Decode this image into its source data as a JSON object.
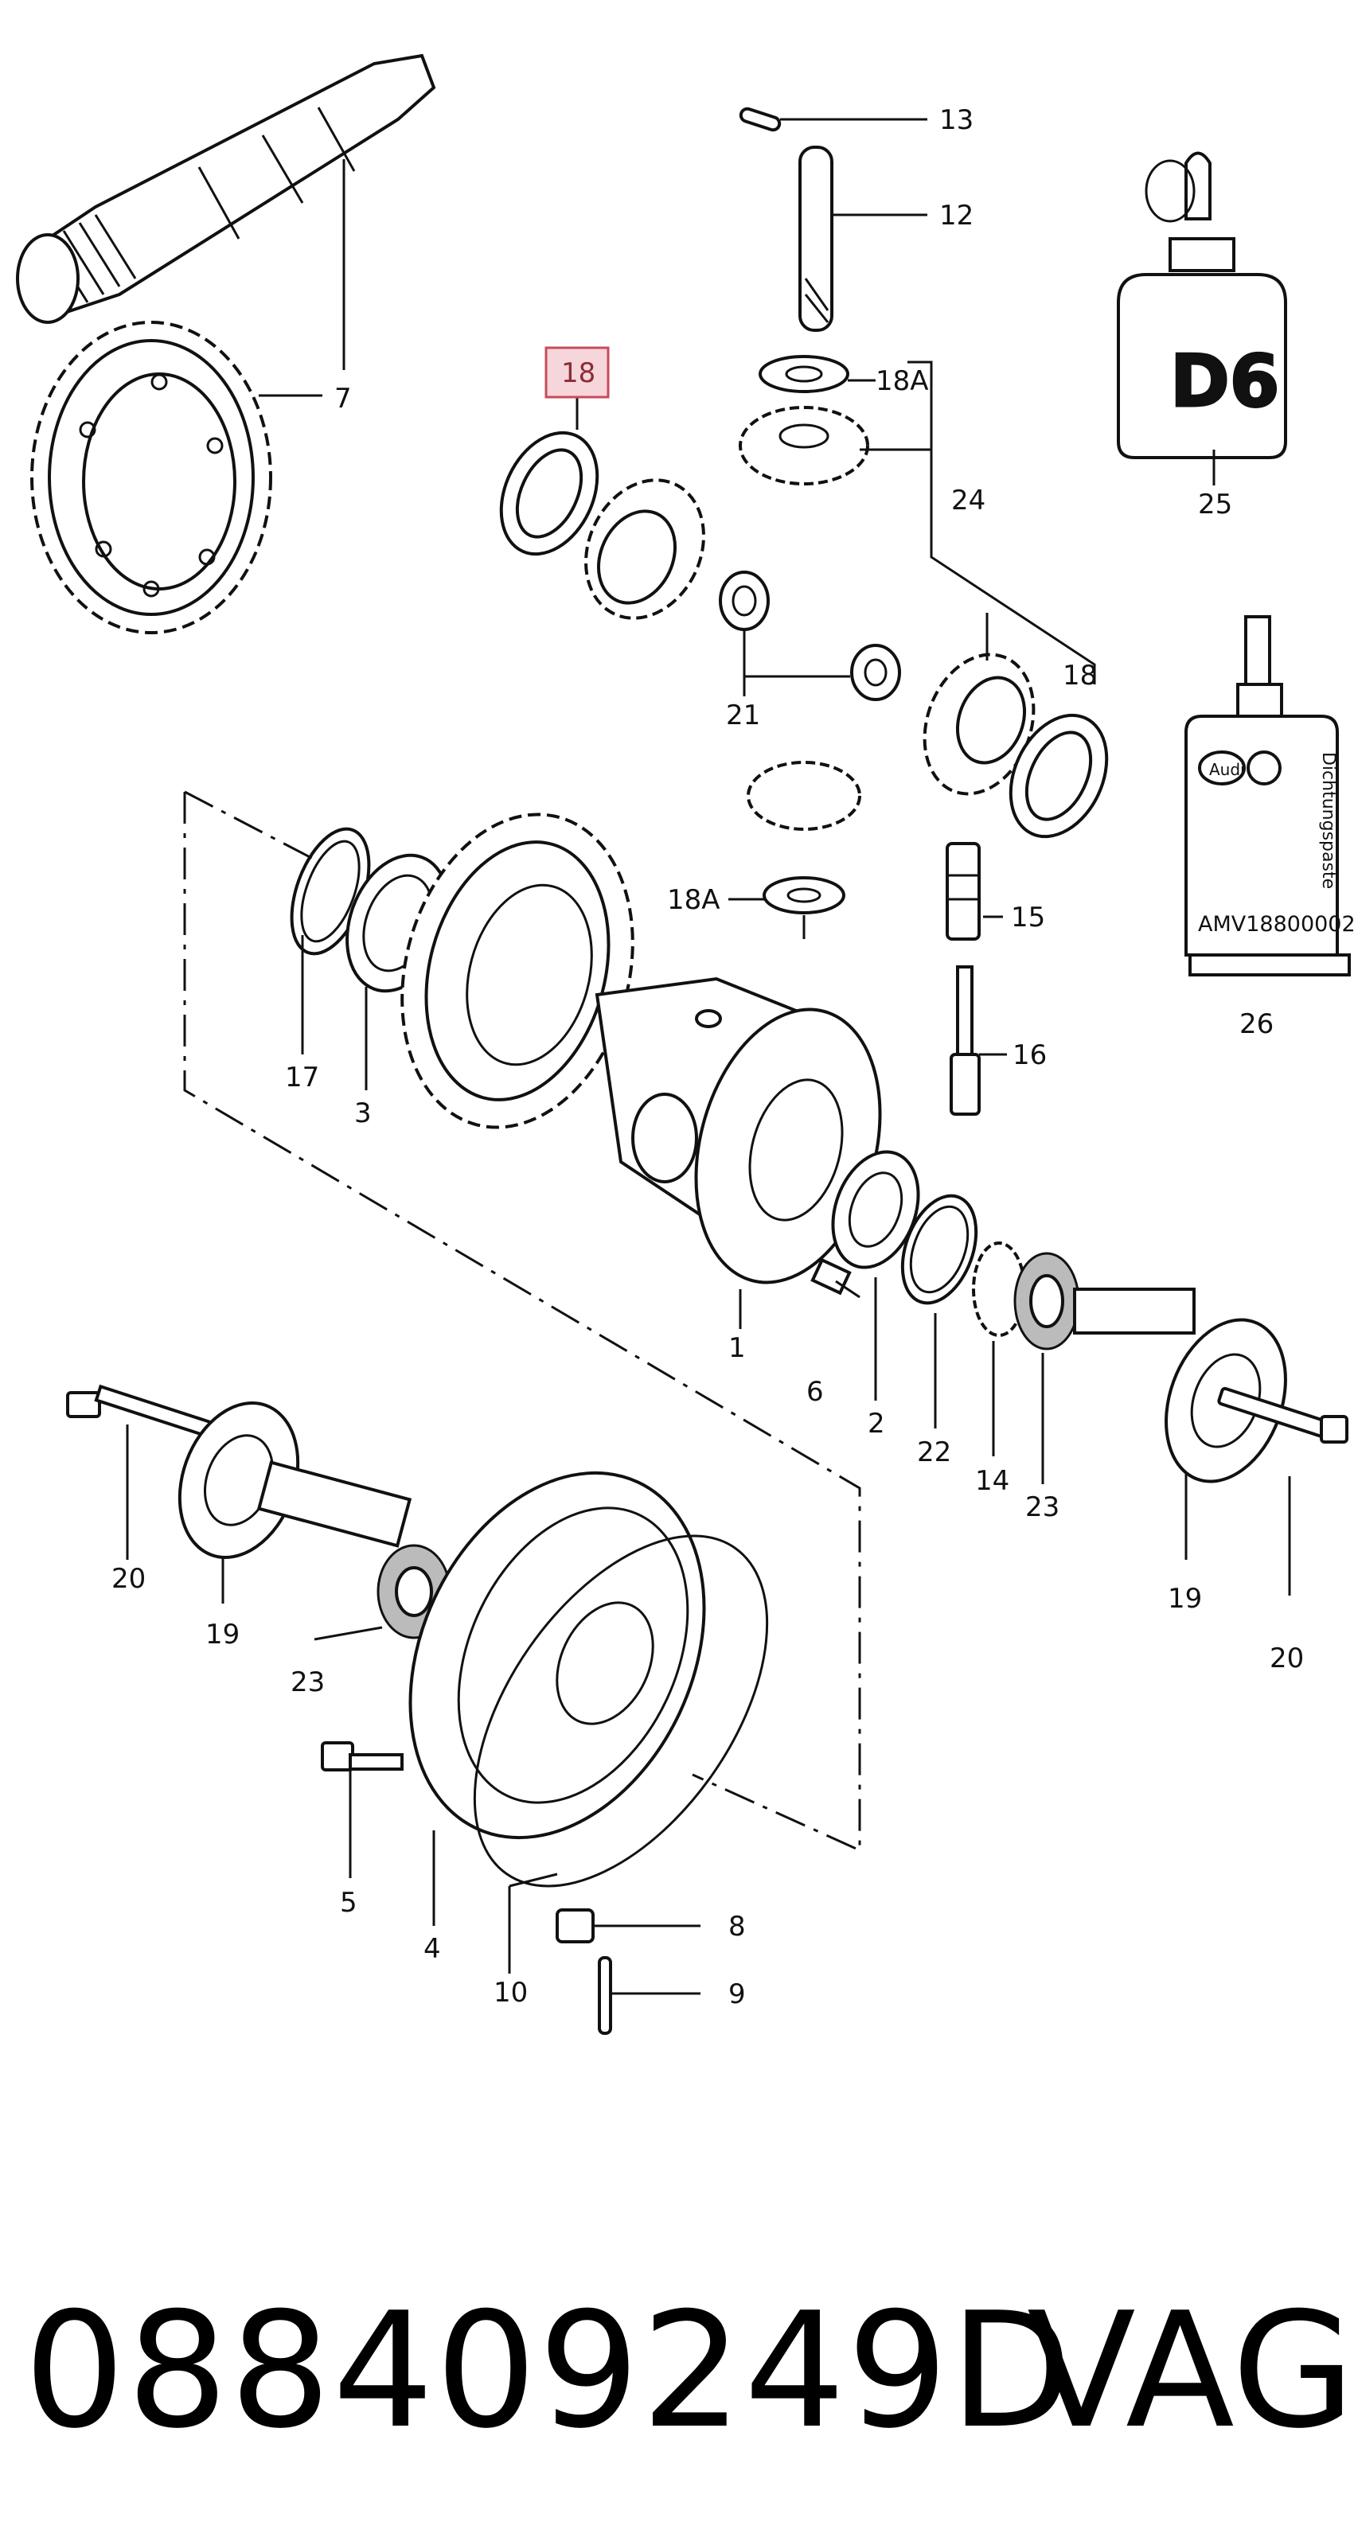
{
  "diagram": {
    "highlighted_part": "18",
    "callouts": {
      "c1": "1",
      "c2": "2",
      "c3": "3",
      "c4": "4",
      "c5": "5",
      "c6": "6",
      "c7": "7",
      "c8": "8",
      "c9": "9",
      "c10": "10",
      "c12": "12",
      "c13": "13",
      "c14": "14",
      "c15": "15",
      "c16": "16",
      "c17": "17",
      "c18_highlight": "18",
      "c18_right": "18",
      "c18a_top": "18A",
      "c18a_mid": "18A",
      "c19_left": "19",
      "c19_right": "19",
      "c20_left": "20",
      "c20_right": "20",
      "c21": "21",
      "c22": "22",
      "c23_left": "23",
      "c23_right": "23",
      "c24": "24",
      "c25": "25",
      "c26": "26"
    },
    "bottle_label": "D6",
    "tube": {
      "brand": "Audi",
      "product_text": "Dichtungspaste",
      "code": "AMV18800002"
    }
  },
  "footer": {
    "part_number": "088409249D",
    "brand": "VAG"
  },
  "colors": {
    "highlight_fill": "#f6d6da",
    "highlight_stroke": "#c84b5a",
    "line": "#111111",
    "background": "#ffffff"
  }
}
